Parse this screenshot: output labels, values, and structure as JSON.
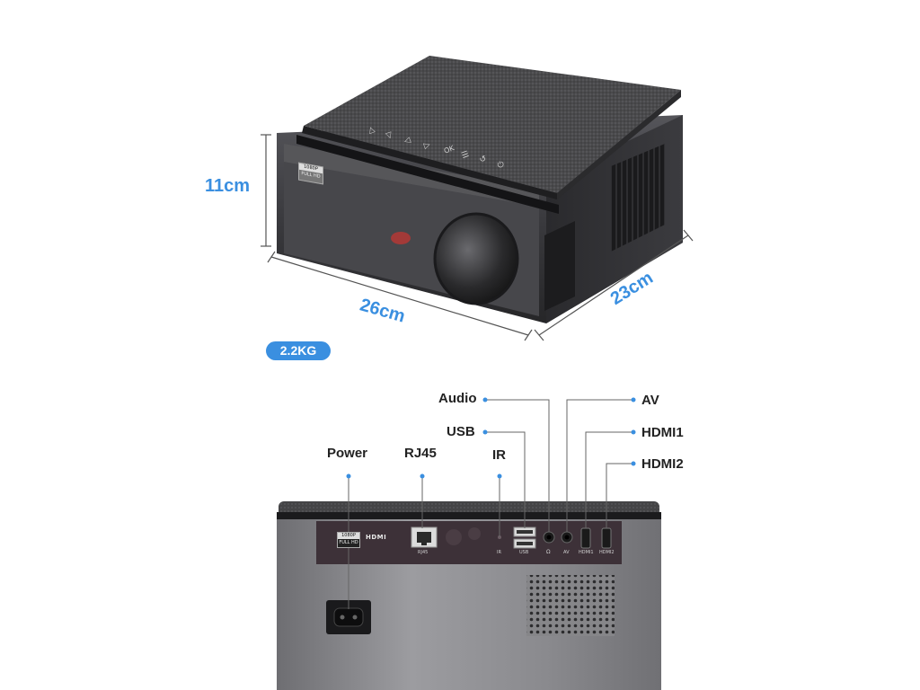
{
  "dimensions": {
    "height": "11cm",
    "width": "26cm",
    "depth": "23cm"
  },
  "weight": "2.2KG",
  "top_device": {
    "badge_line1": "1080P",
    "badge_line2": "FULL HD",
    "control_icons": [
      "power-icon",
      "return-icon",
      "menu-icon",
      "ok-icon",
      "right-icon",
      "left-icon",
      "down-icon",
      "up-icon"
    ],
    "control_glyphs": [
      "⏻",
      "↺",
      "☰",
      "OK",
      "▷",
      "◁",
      "▽",
      "△"
    ]
  },
  "rear_panel": {
    "badge_line1": "1080P",
    "badge_line2": "FULL HD",
    "hdmi_logo": "HDMI",
    "port_captions": [
      "RJ45",
      "IR",
      "USB",
      "Ω",
      "AV",
      "HDMI1",
      "HDMI2"
    ]
  },
  "port_labels": {
    "power": "Power",
    "rj45": "RJ45",
    "ir": "IR",
    "usb": "USB",
    "audio": "Audio",
    "av": "AV",
    "hdmi1": "HDMI1",
    "hdmi2": "HDMI2"
  },
  "colors": {
    "accent": "#3a8fe0",
    "body_dark": "#2b2b2e",
    "body_grey": "#8e8e92",
    "panel_maroon": "#3d3138"
  }
}
